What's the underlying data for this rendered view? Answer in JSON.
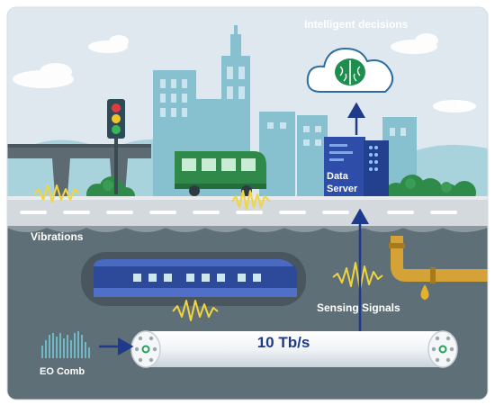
{
  "labels": {
    "intelligent_decisions": "Intelligent decisions",
    "data_server_line1": "Data",
    "data_server_line2": "Server",
    "vibrations": "Vibrations",
    "sensing_signals": "Sensing Signals",
    "eo_comb": "EO Comb",
    "capacity": "10 Tb/s"
  },
  "icons": [
    "traffic-light-icon",
    "cloud-icon",
    "brain-icon",
    "server-icon",
    "pipeline-icon",
    "oil-drop-icon"
  ],
  "colors": {
    "sky": "#dfe8ee",
    "city": "#87c0cf",
    "ground": "#5f6f77",
    "road": "#d3d9dc",
    "bus": "#2f8a4a",
    "train": "#2d4a9a",
    "fiber_arrow": "#1f3a8a",
    "pipe": "#d4a237",
    "wave": "#f2d43d",
    "comb": "#6fb8c4"
  }
}
